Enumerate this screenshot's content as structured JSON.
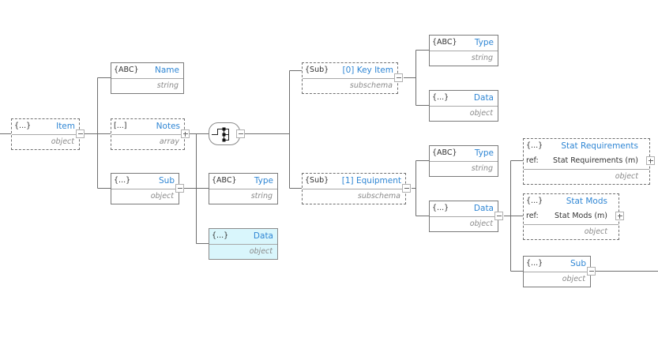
{
  "diagram": {
    "root": {
      "kind": "{...}",
      "title": "Item",
      "type": "object",
      "toggle": "collapse"
    },
    "item_children": [
      {
        "kind": "{ABC}",
        "title": "Name",
        "type": "string"
      },
      {
        "kind": "[...]",
        "title": "Notes",
        "type": "array",
        "toggle": "expand"
      },
      {
        "kind": "{...}",
        "title": "Sub",
        "type": "object",
        "toggle": "collapse"
      }
    ],
    "sub_children": [
      {
        "kind": "{ABC}",
        "title": "Type",
        "type": "string"
      },
      {
        "kind": "{...}",
        "title": "Data",
        "type": "object",
        "selected": true
      }
    ],
    "choice": {
      "icon": "choice-compositor-icon",
      "toggle": "collapse"
    },
    "subschemas": [
      {
        "kind": "{Sub}",
        "title": "[0] Key Item",
        "type": "subschema",
        "toggle": "collapse",
        "children": [
          {
            "kind": "{ABC}",
            "title": "Type",
            "type": "string"
          },
          {
            "kind": "{...}",
            "title": "Data",
            "type": "object"
          }
        ]
      },
      {
        "kind": "{Sub}",
        "title": "[1] Equipment",
        "type": "subschema",
        "toggle": "collapse",
        "children": [
          {
            "kind": "{ABC}",
            "title": "Type",
            "type": "string"
          },
          {
            "kind": "{...}",
            "title": "Data",
            "type": "object",
            "toggle": "collapse"
          }
        ]
      }
    ],
    "equipment_data_children": [
      {
        "kind": "{...}",
        "title": "Stat Requirements",
        "ref_label": "ref:",
        "ref_value": "Stat Requirements (m)",
        "type": "object",
        "toggle": "expand"
      },
      {
        "kind": "{...}",
        "title": "Stat Mods",
        "ref_label": "ref:",
        "ref_value": "Stat Mods (m)",
        "type": "object",
        "toggle": "expand"
      },
      {
        "kind": "{...}",
        "title": "Sub",
        "type": "object",
        "toggle": "collapse"
      }
    ]
  }
}
